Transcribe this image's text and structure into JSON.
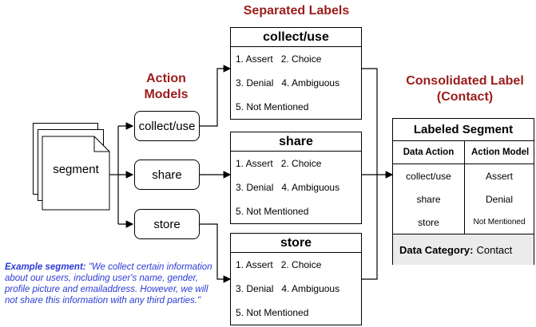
{
  "headings": {
    "separated": "Separated Labels",
    "action_models": "Action Models",
    "consolidated": "Consolidated Label (Contact)"
  },
  "segment_label": "segment",
  "action_models": [
    "collect/use",
    "share",
    "store"
  ],
  "label_boxes": [
    {
      "title": "collect/use",
      "options": [
        "1. Assert",
        "2. Choice",
        "3. Denial",
        "4. Ambiguous",
        "5. Not Mentioned"
      ]
    },
    {
      "title": "share",
      "options": [
        "1. Assert",
        "2. Choice",
        "3. Denial",
        "4. Ambiguous",
        "5. Not Mentioned"
      ]
    },
    {
      "title": "store",
      "options": [
        "1. Assert",
        "2. Choice",
        "3. Denial",
        "4. Ambiguous",
        "5. Not Mentioned"
      ]
    }
  ],
  "labeled_segment": {
    "title": "Labeled Segment",
    "columns": [
      "Data Action",
      "Action Model"
    ],
    "rows": [
      [
        "collect/use",
        "Assert"
      ],
      [
        "share",
        "Denial"
      ],
      [
        "store",
        "Not Mentioned"
      ]
    ],
    "category_label": "Data Category:",
    "category_value": "Contact"
  },
  "example": {
    "lead": "Example segment:",
    "text": "\"We collect certain information about our users, including user's name, gender, profile picture and emailaddress. However, we will not share this information with any third parties.\""
  }
}
